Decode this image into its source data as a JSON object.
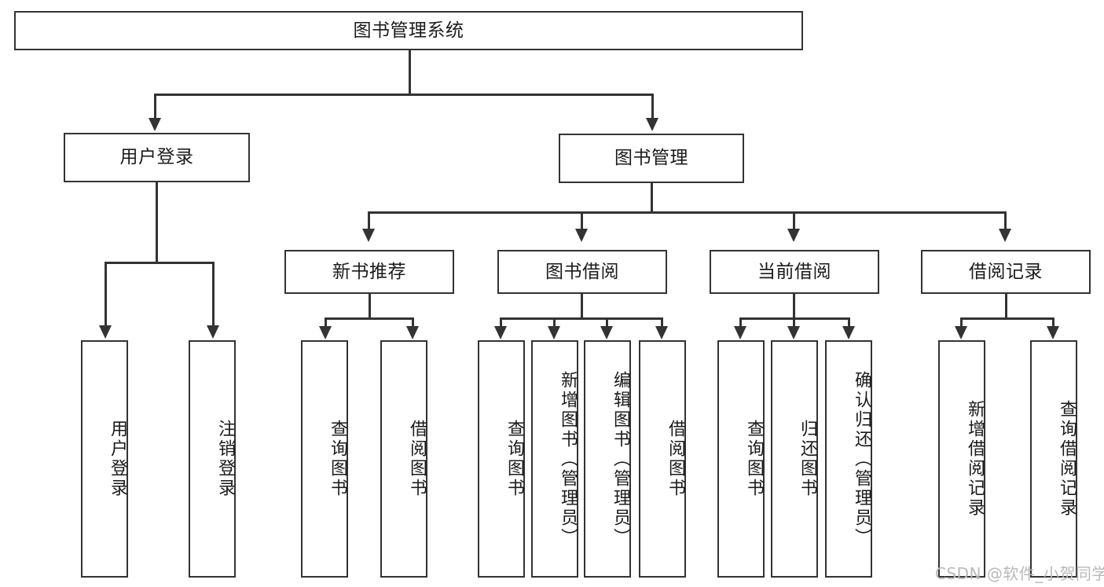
{
  "diagram": {
    "title": "图书管理系统",
    "type": "hierarchy-tree",
    "root": {
      "id": "root",
      "label": "图书管理系统"
    },
    "level2": [
      {
        "id": "user-login",
        "label": "用户登录"
      },
      {
        "id": "book-management",
        "label": "图书管理"
      }
    ],
    "level3": [
      {
        "id": "new-book-recommend",
        "label": "新书推荐"
      },
      {
        "id": "book-borrow",
        "label": "图书借阅"
      },
      {
        "id": "current-borrow",
        "label": "当前借阅"
      },
      {
        "id": "borrow-record",
        "label": "借阅记录"
      }
    ],
    "leaves": {
      "user_login": [
        {
          "id": "leaf-user-login",
          "label": "用户登录"
        },
        {
          "id": "leaf-logout-login",
          "label": "注销登录"
        }
      ],
      "new_book_recommend": [
        {
          "id": "leaf-query-book-1",
          "label": "查询图书"
        },
        {
          "id": "leaf-borrow-book-1",
          "label": "借阅图书"
        }
      ],
      "book_borrow": [
        {
          "id": "leaf-query-book-2",
          "label": "查询图书"
        },
        {
          "id": "leaf-add-book",
          "label": "新增图书（管理员）"
        },
        {
          "id": "leaf-edit-book",
          "label": "编辑图书（管理员）"
        },
        {
          "id": "leaf-borrow-book-2",
          "label": "借阅图书"
        }
      ],
      "current_borrow": [
        {
          "id": "leaf-query-book-3",
          "label": "查询图书"
        },
        {
          "id": "leaf-return-book",
          "label": "归还图书"
        },
        {
          "id": "leaf-confirm-return",
          "label": "确认归还（管理员）"
        }
      ],
      "borrow_record": [
        {
          "id": "leaf-add-record",
          "label": "新增借阅记录"
        },
        {
          "id": "leaf-query-record",
          "label": "查询借阅记录"
        }
      ]
    },
    "colors": {
      "stroke": "#333333",
      "fill": "#ffffff",
      "text": "#1b1b1b",
      "watermark": "#b9b9b9"
    }
  },
  "watermark": {
    "text": "CSDN @软件_小贺同学"
  }
}
